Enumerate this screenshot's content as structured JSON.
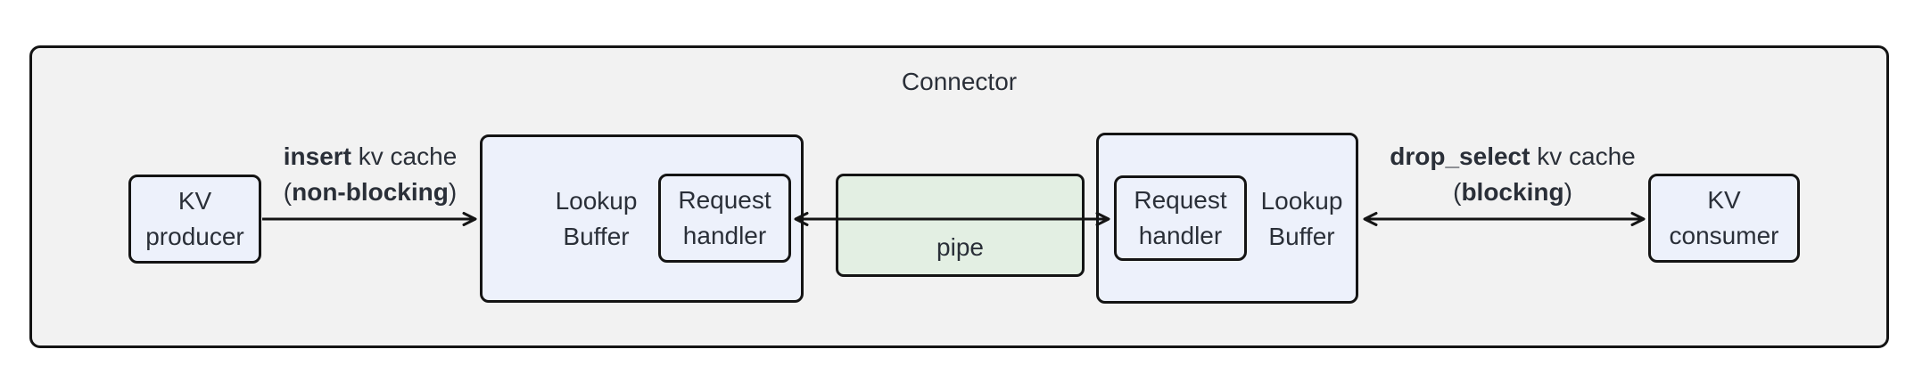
{
  "diagram": {
    "title": "Connector",
    "nodes": {
      "kv_producer": {
        "line1": "KV",
        "line2": "producer"
      },
      "lookup_buffer_left": {
        "line1": "Lookup",
        "line2": "Buffer"
      },
      "request_handler_left": {
        "line1": "Request",
        "line2": "handler"
      },
      "pipe": {
        "label": "pipe"
      },
      "request_handler_right": {
        "line1": "Request",
        "line2": "handler"
      },
      "lookup_buffer_right": {
        "line1": "Lookup",
        "line2": "Buffer"
      },
      "kv_consumer": {
        "line1": "KV",
        "line2": "consumer"
      }
    },
    "edges": {
      "insert": {
        "bold": "insert",
        "rest": " kv cache",
        "paren_open": "(",
        "bold2": "non-blocking",
        "paren_close": ")",
        "direction": "right"
      },
      "pipe_link": {
        "direction": "both"
      },
      "drop_select": {
        "bold": "drop_select",
        "rest": " kv cache",
        "paren_open": "(",
        "bold2": "blocking",
        "paren_close": ")",
        "direction": "both"
      }
    },
    "colors": {
      "canvas_bg": "#ffffff",
      "container_fill": "#f2f2f2",
      "node_fill": "#edf1fb",
      "pipe_fill": "#e3efe3",
      "border": "#141414",
      "text": "#2a2f38"
    }
  }
}
